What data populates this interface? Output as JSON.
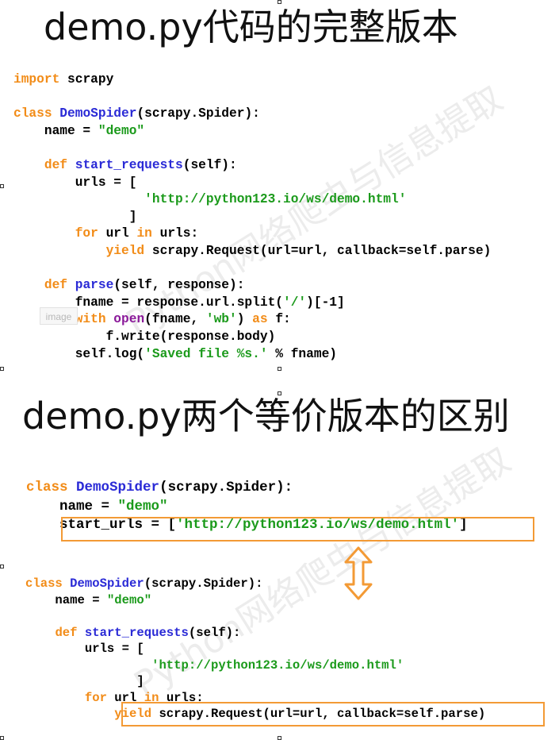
{
  "slide1": {
    "title": "demo.py代码的完整版本",
    "image_placeholder": "image",
    "watermark": "Python网络爬虫与信息提取",
    "code": [
      [
        [
          "kw",
          "import"
        ],
        [
          "pl",
          " scrapy"
        ]
      ],
      [],
      [
        [
          "kw",
          "class"
        ],
        [
          "pl",
          " "
        ],
        [
          "cls",
          "DemoSpider"
        ],
        [
          "pl",
          "(scrapy.Spider):"
        ]
      ],
      [
        [
          "pl",
          "    name = "
        ],
        [
          "str",
          "\"demo\""
        ]
      ],
      [],
      [
        [
          "pl",
          "    "
        ],
        [
          "kw",
          "def"
        ],
        [
          "pl",
          " "
        ],
        [
          "cls",
          "start_requests"
        ],
        [
          "pl",
          "(self):"
        ]
      ],
      [
        [
          "pl",
          "        urls = ["
        ]
      ],
      [
        [
          "pl",
          "                 "
        ],
        [
          "str",
          "'http://python123.io/ws/demo.html'"
        ]
      ],
      [
        [
          "pl",
          "               ]"
        ]
      ],
      [
        [
          "pl",
          "        "
        ],
        [
          "kw",
          "for"
        ],
        [
          "pl",
          " url "
        ],
        [
          "kw",
          "in"
        ],
        [
          "pl",
          " urls:"
        ]
      ],
      [
        [
          "pl",
          "            "
        ],
        [
          "kw",
          "yield"
        ],
        [
          "pl",
          " scrapy.Request(url=url, callback=self.parse)"
        ]
      ],
      [],
      [
        [
          "pl",
          "    "
        ],
        [
          "kw",
          "def"
        ],
        [
          "pl",
          " "
        ],
        [
          "cls",
          "parse"
        ],
        [
          "pl",
          "(self, response):"
        ]
      ],
      [
        [
          "pl",
          "        fname = response.url.split("
        ],
        [
          "str",
          "'/'"
        ],
        [
          "pl",
          ")[-1]"
        ]
      ],
      [
        [
          "pl",
          "        "
        ],
        [
          "kw",
          "with"
        ],
        [
          "pl",
          " "
        ],
        [
          "bi",
          "open"
        ],
        [
          "pl",
          "(fname, "
        ],
        [
          "str",
          "'wb'"
        ],
        [
          "pl",
          ") "
        ],
        [
          "kw",
          "as"
        ],
        [
          "pl",
          " f:"
        ]
      ],
      [
        [
          "pl",
          "            f.write(response.body)"
        ]
      ],
      [
        [
          "pl",
          "        self.log("
        ],
        [
          "str",
          "'Saved file %s.'"
        ],
        [
          "pl",
          " % fname)"
        ]
      ]
    ]
  },
  "slide2": {
    "title": "demo.py两个等价版本的区别",
    "watermark": "Python网络爬虫与信息提取",
    "code_a": [
      [
        [
          "kw",
          "class"
        ],
        [
          "pl",
          " "
        ],
        [
          "cls",
          "DemoSpider"
        ],
        [
          "pl",
          "(scrapy.Spider):"
        ]
      ],
      [
        [
          "pl",
          "    name = "
        ],
        [
          "str",
          "\"demo\""
        ]
      ],
      [
        [
          "pl",
          "    start_urls = ["
        ],
        [
          "str",
          "'http://python123.io/ws/demo.html'"
        ],
        [
          "pl",
          "]"
        ]
      ]
    ],
    "code_b": [
      [
        [
          "kw",
          "class"
        ],
        [
          "pl",
          " "
        ],
        [
          "cls",
          "DemoSpider"
        ],
        [
          "pl",
          "(scrapy.Spider):"
        ]
      ],
      [
        [
          "pl",
          "    name = "
        ],
        [
          "str",
          "\"demo\""
        ]
      ],
      [],
      [
        [
          "pl",
          "    "
        ],
        [
          "kw",
          "def"
        ],
        [
          "pl",
          " "
        ],
        [
          "cls",
          "start_requests"
        ],
        [
          "pl",
          "(self):"
        ]
      ],
      [
        [
          "pl",
          "        urls = ["
        ]
      ],
      [
        [
          "pl",
          "                 "
        ],
        [
          "str",
          "'http://python123.io/ws/demo.html'"
        ]
      ],
      [
        [
          "pl",
          "               ]"
        ]
      ],
      [
        [
          "pl",
          "        "
        ],
        [
          "kw",
          "for"
        ],
        [
          "pl",
          " url "
        ],
        [
          "kw",
          "in"
        ],
        [
          "pl",
          " urls:"
        ]
      ],
      [
        [
          "pl",
          "            "
        ],
        [
          "kw",
          "yield"
        ],
        [
          "pl",
          " scrapy.Request(url=url, callback=self.parse)"
        ]
      ]
    ]
  },
  "colors": {
    "keyword": "#f28c18",
    "class_name": "#2a2ad6",
    "string": "#1b9a1b",
    "builtin": "#8b1a9a",
    "highlight_box": "#f39a35"
  }
}
